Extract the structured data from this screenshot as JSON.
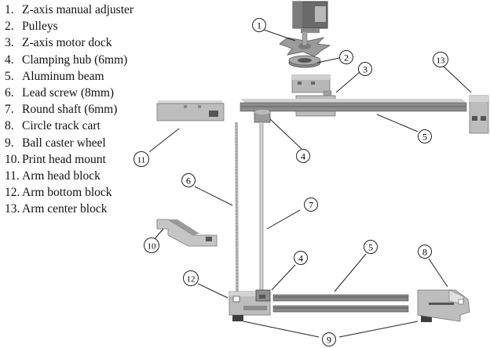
{
  "legend": [
    {
      "num": "1.",
      "name": "Z-axis manual adjuster"
    },
    {
      "num": "2.",
      "name": "Pulleys"
    },
    {
      "num": "3.",
      "name": "Z-axis motor dock"
    },
    {
      "num": "4.",
      "name": "Clamping hub (6mm)"
    },
    {
      "num": "5.",
      "name": "Aluminum beam"
    },
    {
      "num": "6.",
      "name": "Lead screw (8mm)"
    },
    {
      "num": "7.",
      "name": "Round shaft (6mm)"
    },
    {
      "num": "8.",
      "name": "Circle track cart"
    },
    {
      "num": "9.",
      "name": "Ball caster wheel"
    },
    {
      "num": "10.",
      "name": "Print head mount"
    },
    {
      "num": "11.",
      "name": "Arm head block"
    },
    {
      "num": "12.",
      "name": "Arm bottom block"
    },
    {
      "num": "13.",
      "name": "Arm center block"
    }
  ],
  "callouts": {
    "c1": "1",
    "c2": "2",
    "c3": "3",
    "c4a": "4",
    "c4b": "4",
    "c5a": "5",
    "c5b": "5",
    "c6": "6",
    "c7": "7",
    "c8": "8",
    "c9": "9",
    "c10": "10",
    "c11": "11",
    "c12": "12",
    "c13": "13"
  },
  "colors": {
    "part_light": "#b4b4b4",
    "part_mid": "#8e8e8e",
    "part_dark": "#5f5f5f",
    "line": "#222222"
  }
}
